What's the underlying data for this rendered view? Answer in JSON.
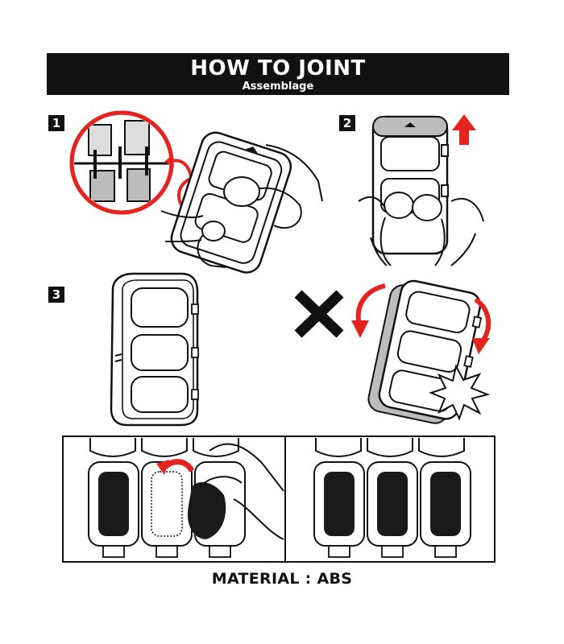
{
  "header": {
    "title": "HOW TO JOINT",
    "subtitle": "Assemblage"
  },
  "steps": [
    {
      "number": "1"
    },
    {
      "number": "2"
    },
    {
      "number": "3"
    }
  ],
  "footer": {
    "material": "MATERIAL : ABS"
  },
  "colors": {
    "accent_red": "#e52420",
    "ink": "#111111",
    "pad_black": "#1a1a1a",
    "gray": "#bcbcbc"
  },
  "icons": [
    "up-arrow-icon",
    "wrong-cross-icon",
    "rotate-arrow-icon",
    "burst-icon",
    "curved-arrow-icon"
  ]
}
